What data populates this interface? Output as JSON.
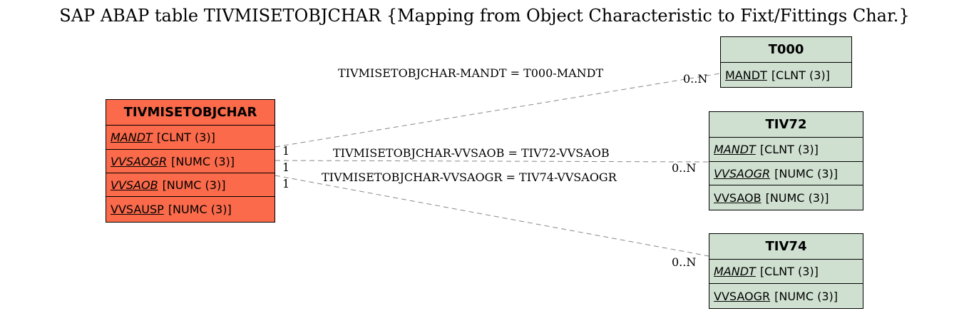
{
  "title": "SAP ABAP table TIVMISETOBJCHAR {Mapping from Object Characteristic to Fixt/Fittings Char.}",
  "colors": {
    "main_entity": "#fa6a4b",
    "ref_entity": "#cfe0d0",
    "line": "#888888"
  },
  "entities": {
    "main": {
      "name": "TIVMISETOBJCHAR",
      "fields": [
        {
          "name": "MANDT",
          "type": "[CLNT (3)]"
        },
        {
          "name": "VVSAOGR",
          "type": "[NUMC (3)]"
        },
        {
          "name": "VVSAOB",
          "type": "[NUMC (3)]"
        },
        {
          "name": "VVSAUSP",
          "type": "[NUMC (3)]"
        }
      ]
    },
    "t000": {
      "name": "T000",
      "fields": [
        {
          "name": "MANDT",
          "type": "[CLNT (3)]"
        }
      ]
    },
    "tiv72": {
      "name": "TIV72",
      "fields": [
        {
          "name": "MANDT",
          "type": "[CLNT (3)]"
        },
        {
          "name": "VVSAOGR",
          "type": "[NUMC (3)]"
        },
        {
          "name": "VVSAOB",
          "type": "[NUMC (3)]"
        }
      ]
    },
    "tiv74": {
      "name": "TIV74",
      "fields": [
        {
          "name": "MANDT",
          "type": "[CLNT (3)]"
        },
        {
          "name": "VVSAOGR",
          "type": "[NUMC (3)]"
        }
      ]
    }
  },
  "relations": [
    {
      "label": "TIVMISETOBJCHAR-MANDT = T000-MANDT",
      "from_card": "1",
      "to_card": "0..N"
    },
    {
      "label": "TIVMISETOBJCHAR-VVSAOB = TIV72-VVSAOB",
      "from_card": "1",
      "to_card": "0..N"
    },
    {
      "label": "TIVMISETOBJCHAR-VVSAOGR = TIV74-VVSAOGR",
      "from_card": "1",
      "to_card": "0..N"
    }
  ]
}
